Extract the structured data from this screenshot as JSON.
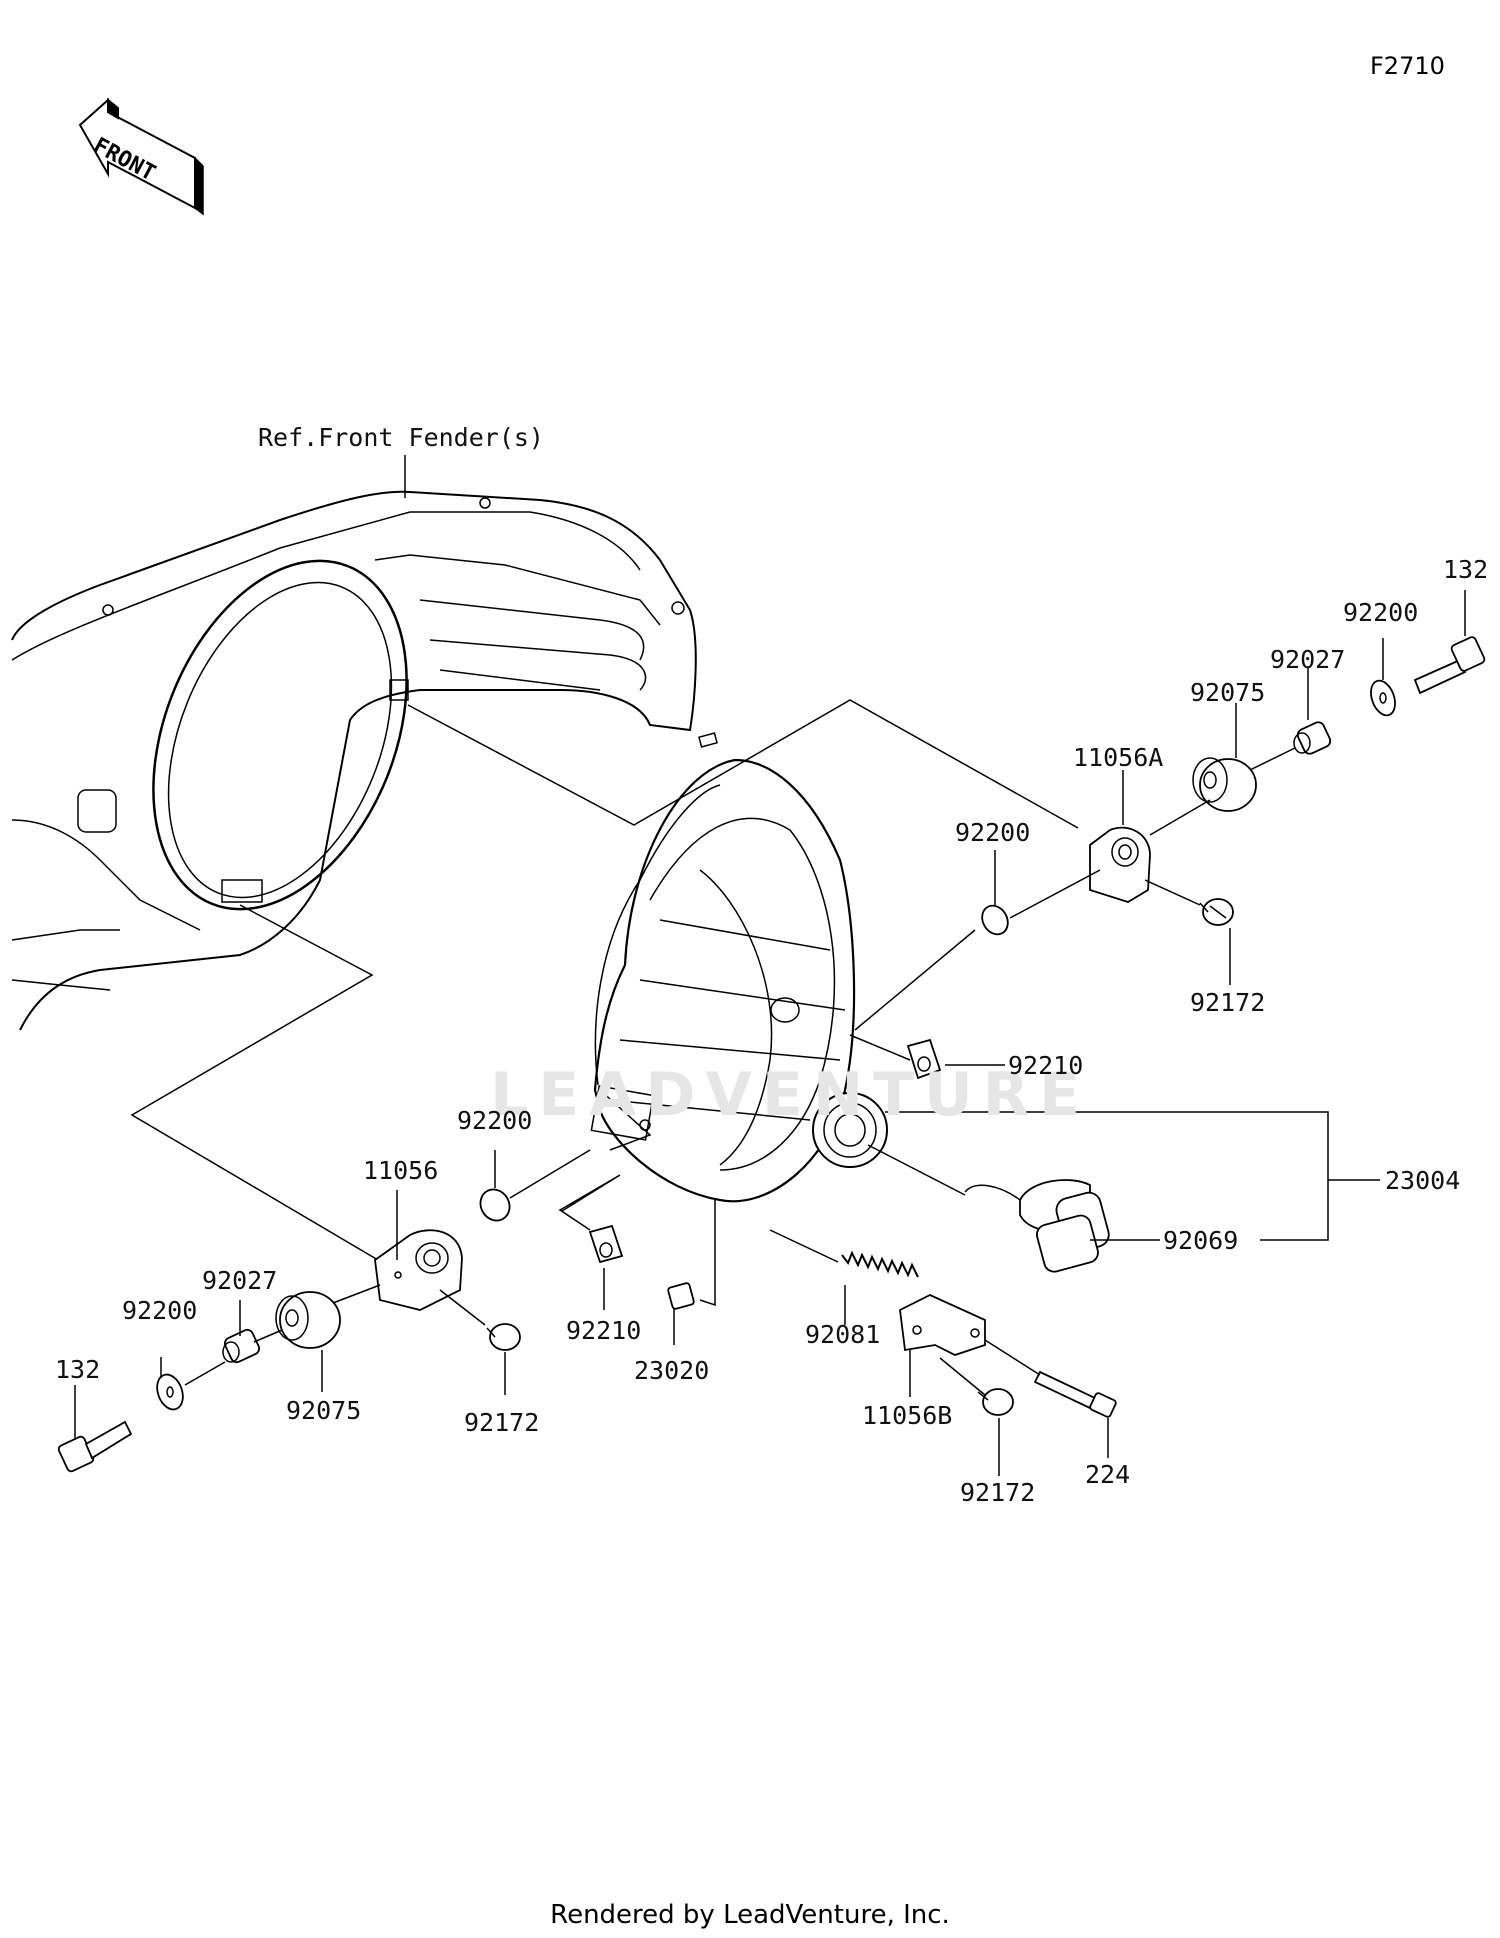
{
  "diagram_code": "F2710",
  "front_arrow_label": "FRONT",
  "reference_label": "Ref.Front Fender(s)",
  "watermark": "LEADVENTURE",
  "footer": "Rendered by LeadVenture, Inc.",
  "part_labels": {
    "p132_right": "132",
    "p92200_right_top": "92200",
    "p92027_right": "92027",
    "p92075_right": "92075",
    "p11056A": "11056A",
    "p92200_right_mid": "92200",
    "p92172_right": "92172",
    "p92210_right": "92210",
    "p23004": "23004",
    "p92069": "92069",
    "p92200_left_mid": "92200",
    "p11056": "11056",
    "p92027_left": "92027",
    "p92200_left_low": "92200",
    "p132_left": "132",
    "p92075_left": "92075",
    "p92172_left": "92172",
    "p92210_left": "92210",
    "p23020": "23020",
    "p92081": "92081",
    "p11056B": "11056B",
    "p92172_bottom": "92172",
    "p224": "224"
  }
}
